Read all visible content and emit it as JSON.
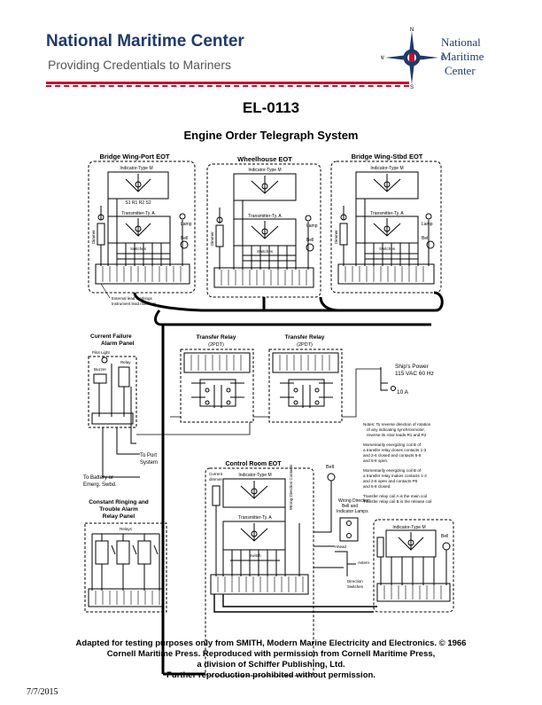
{
  "header": {
    "org_title": "National Maritime Center",
    "org_subtitle": "Providing Credentials to Mariners",
    "logo_lines": [
      "National",
      "Maritime",
      "Center"
    ],
    "compass": [
      "N",
      "E",
      "S",
      "W"
    ],
    "accent": "#c8102e",
    "brand": "#1f3a6b"
  },
  "document": {
    "id": "EL-0113",
    "title": "Engine Order Telegraph System"
  },
  "diagram": {
    "eot_panels": [
      {
        "title": "Bridge Wing-Port EOT",
        "indicator": "Indicator-Type M",
        "transmitter": "Transmitter-Ty. A"
      },
      {
        "title": "Wheelhouse EOT",
        "indicator": "Indicator-Type M",
        "transmitter": "Transmitter-Ty. A"
      },
      {
        "title": "Bridge Wing-Stbd EOT",
        "indicator": "Indicator-Type M",
        "transmitter": "Transmitter-Ty. A"
      }
    ],
    "panel_labels": {
      "dimmer": "Dimmer",
      "lamp": "Lamp",
      "bell": "Bell",
      "switches": "Switches",
      "s1": "S1",
      "r1": "R1",
      "r2": "R2",
      "s2": "S2"
    },
    "marking_legend": [
      "External lead markings",
      "Instrument lead markings"
    ],
    "alarm_panel": {
      "title_line1": "Current Failure",
      "title_line2": "Alarm Panel",
      "pilot_light": "Pilot Light",
      "relay": "Relay",
      "buzzer": "Buzzer"
    },
    "transfer_relays": [
      {
        "title": "Transfer Relay",
        "sub": "(2PDT)"
      },
      {
        "title": "Transfer Relay",
        "sub": "(2PDT)"
      }
    ],
    "ships_power": {
      "line1": "Ship's Power",
      "line2": "115 VAC 60 Hz",
      "fuse": "10 A"
    },
    "to_port": {
      "line1": "To Port",
      "line2": "System"
    },
    "to_battery": {
      "line1": "To Battery or",
      "line2": "Emerg. Swbd."
    },
    "notes": [
      "Notes: To reverse direction of rotation",
      "of any indicating synchronmotor,",
      "reverse its rotor leads R1 and R2",
      "Momentarily energizing coil B of",
      "a transfer relay closes contacts 1-3",
      "and 2-4 closed and contacts 5-8",
      "and 6-8 open.",
      "Momentarily energizing coil B of",
      "a transfer relay makes contacts 1-4",
      "and 2-6 open and contacts P6",
      "and 6-8 closed.",
      "Transfer relay coil A is the main coil",
      "Transfer relay coil B is the release coil"
    ],
    "control_room": {
      "title": "Control Room EOT",
      "current_dimmer": "Current",
      "dimmer": "dimmer",
      "indicator": "Indicator-Type M",
      "transmitter": "Transmitter-Ty. A",
      "switch": "Switch",
      "bell": "Bell"
    },
    "wrong_direction": {
      "line1": "Wrong Direction",
      "line2": "Bell and",
      "line3": "Indicator Lamps",
      "ahead": "Ahead",
      "astern": "Astern",
      "switches": "Direction",
      "switches2": "Switches",
      "wd_contacts": "Wrong Direction Contacts"
    },
    "ringing_panel": {
      "line1": "Constant Ringing and",
      "line2": "Trouble Alarm",
      "line3": "Relay Panel",
      "relays": "Relays"
    },
    "stbd_indicator": {
      "title": "Indicator-Type M",
      "bell": "Bell"
    }
  },
  "footer": {
    "lines": [
      "Adapted for testing purposes only from SMITH, Modern Marine Electricity and Electronics. © 1966",
      "Cornell Maritime Press. Reproduced with permission from Cornell Maritime Press,",
      "a division of Schiffer Publishing, Ltd.",
      "Further reproduction prohibited without permission."
    ]
  },
  "date": "7/7/2015"
}
